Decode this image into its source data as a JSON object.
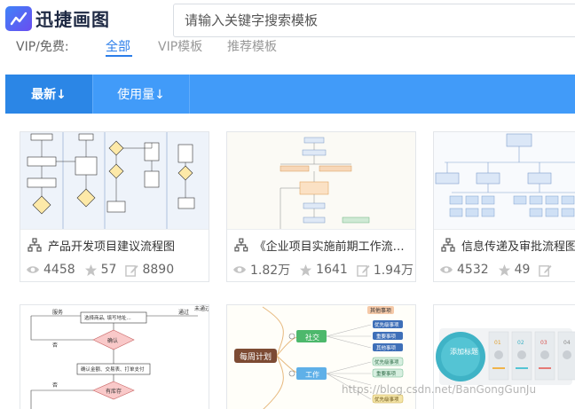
{
  "header": {
    "logo_text": "迅捷画图",
    "search_placeholder": "请输入关键字搜索模板"
  },
  "filters": {
    "label": "VIP/免费:",
    "options": [
      "全部",
      "VIP模板",
      "推荐模板"
    ],
    "active": "全部"
  },
  "sort": {
    "items": [
      "最新↓",
      "使用量↓"
    ],
    "active": "最新↓"
  },
  "cards": [
    {
      "title": "产品开发项目建议流程图",
      "views": "4458",
      "likes": "57",
      "edits": "8890"
    },
    {
      "title": "《企业项目实施前期工作流程...",
      "views": "1.82万",
      "likes": "1641",
      "edits": "1.94万"
    },
    {
      "title": "信息传递及审批流程图",
      "views": "4532",
      "likes": "49",
      "edits": ""
    }
  ],
  "thumb_text": {
    "mindmap_center": "每周计划",
    "mindmap_nodes": [
      "社交",
      "工作"
    ],
    "mindmap_top": "其他事项",
    "mindmap_leaves": [
      "优先级事项",
      "重要事项",
      "其他事项",
      "优先级事项",
      "重要事项",
      "优先级事项"
    ],
    "flow_left": [
      "服务",
      "否",
      "否"
    ],
    "flow_top_right": [
      "通过",
      "未通过"
    ],
    "flow_box1": "选择商品, 填写地址...",
    "flow_diamond1": "确认",
    "flow_box2": "确认金额、交易表、打单支付",
    "flow_diamond2": "有库存",
    "ppt_title": "添加标题",
    "ppt_nums": [
      "01",
      "02",
      "03",
      "04"
    ]
  },
  "watermark": "https://blog.csdn.net/BanGongGunJu"
}
